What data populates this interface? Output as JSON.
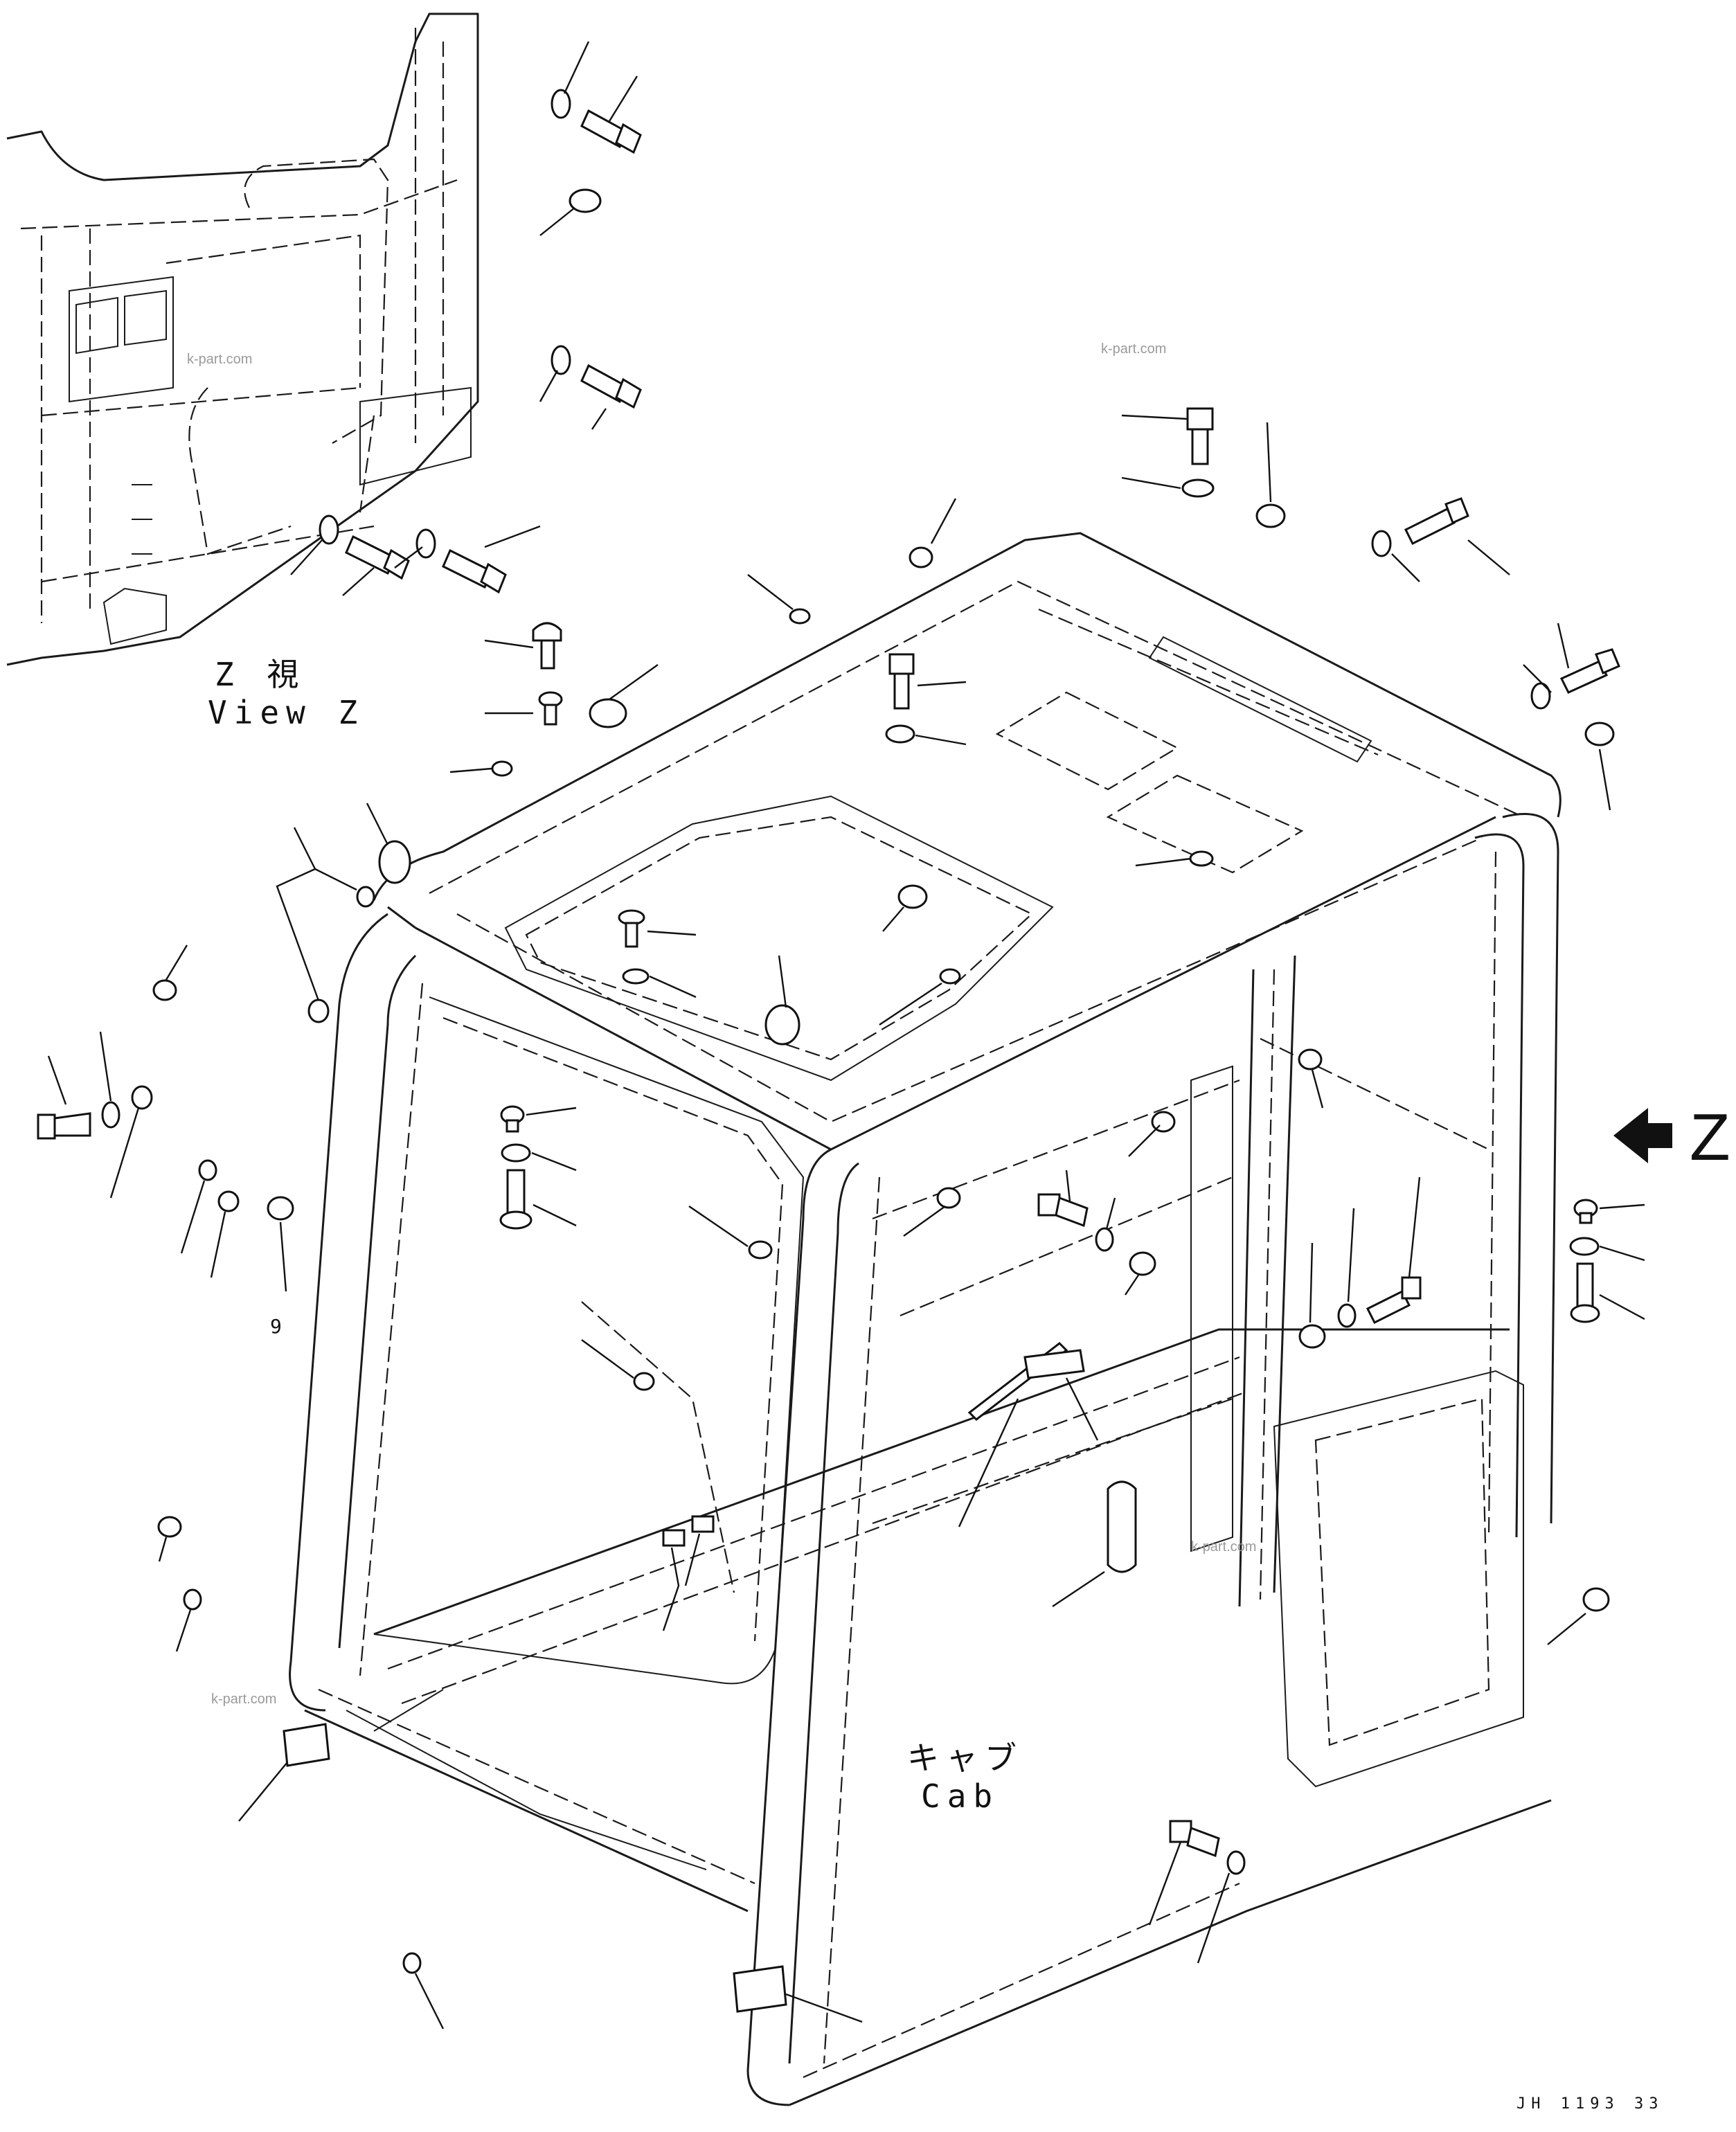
{
  "view_label": {
    "jp": "Z 視",
    "en": "View Z"
  },
  "cab_label": {
    "jp": "キャブ",
    "en": "Cab"
  },
  "arrow_label": "Z",
  "item_number": "9",
  "drawing_code": "JH 1193 33",
  "watermarks": [
    "k-part.com",
    "k-part.com",
    "k-part.com",
    "k-part.com"
  ],
  "colors": {
    "line": "#1a1a1a",
    "background": "#ffffff",
    "watermark": "#9a9a9a"
  }
}
